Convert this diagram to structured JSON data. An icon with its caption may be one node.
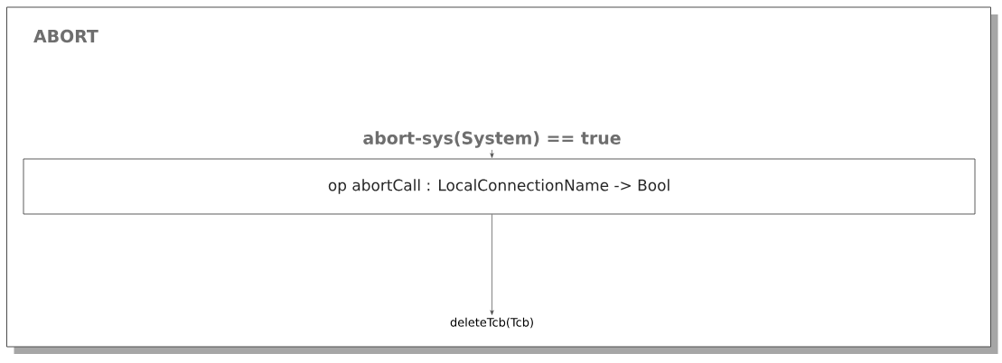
{
  "diagram": {
    "nodes": [
      {
        "text": [
          "ABORT"
        ]
      },
      {
        "text": [
          "abort-sys(System) == true"
        ],
        "in": 0
      },
      {
        "text": [
          "op abortCall : LocalConnectionName -> Bool"
        ],
        "in": 0
      },
      {
        "text": [
          "deleteTcb(Tcb)"
        ],
        "in": 0
      }
    ],
    "edges": [
      {
        "from": 1,
        "to": 2,
        "arrow": "to"
      },
      {
        "from": 2,
        "to": 3,
        "arrow": "to"
      }
    ]
  }
}
